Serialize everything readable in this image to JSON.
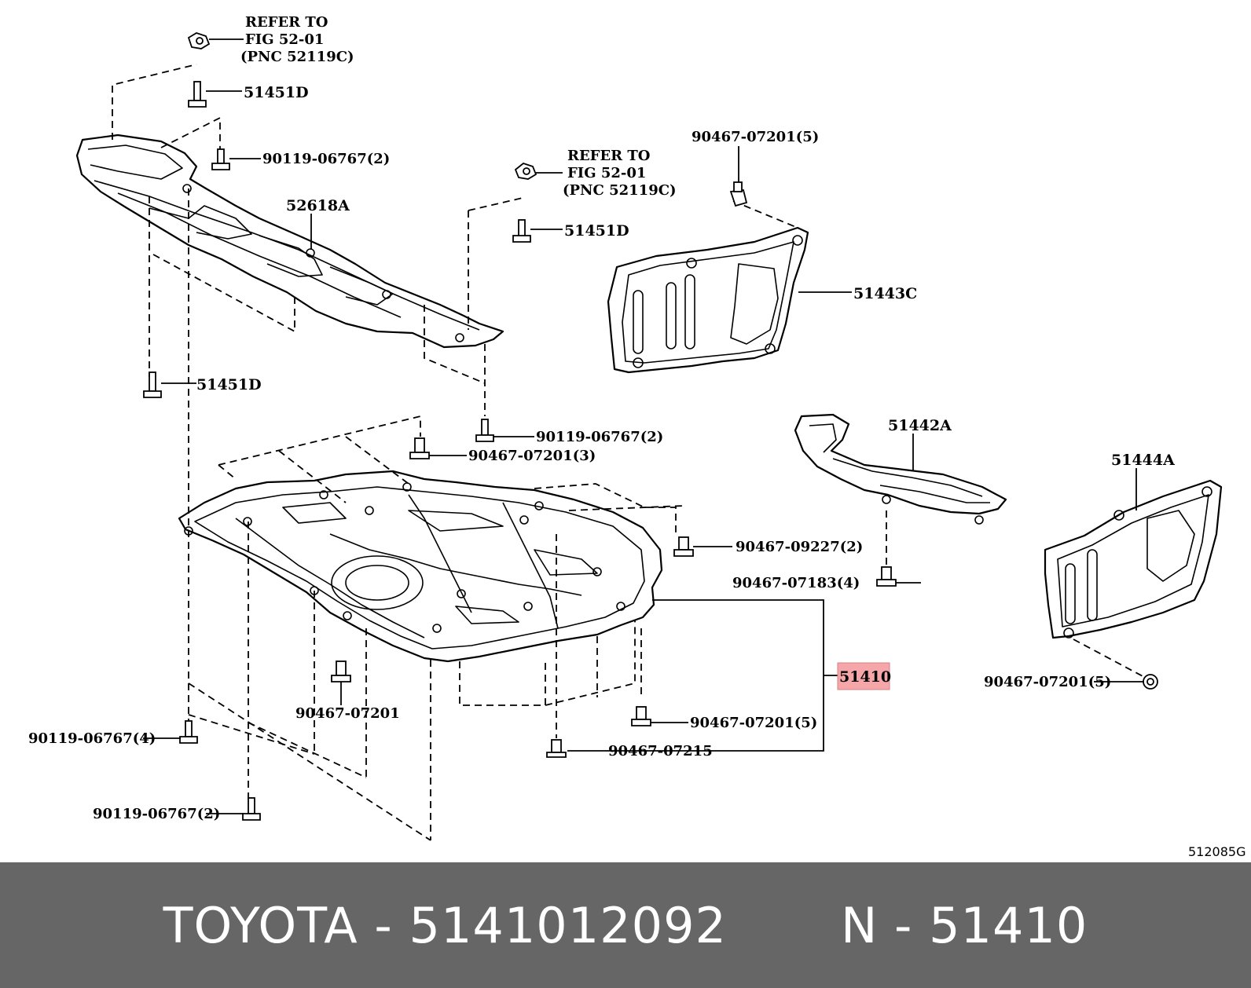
{
  "diagram": {
    "code": "512085G",
    "refer": {
      "line1": "REFER TO",
      "line2": "FIG 52-01",
      "line3": "(PNC 52119C)"
    },
    "labels": {
      "p51451d_top": "51451D",
      "p90119_2_top": "90119-06767(2)",
      "p52618a": "52618A",
      "p51451d_mid": "51451D",
      "p90467_5_top": "90467-07201(5)",
      "p51443c": "51443C",
      "p51451d_left": "51451D",
      "p90119_2_mid": "90119-06767(2)",
      "p90467_3": "90467-07201(3)",
      "p51442a": "51442A",
      "p51444a": "51444A",
      "p90467_09227": "90467-09227(2)",
      "p90467_07183": "90467-07183(4)",
      "p51410": "51410",
      "p90467_5_right": "90467-07201(5)",
      "p90467_07201": "90467-07201",
      "p90467_5_bottom": "90467-07201(5)",
      "p90467_07215": "90467-07215",
      "p90119_4": "90119-06767(4)",
      "p90119_2_bottom": "90119-06767(2)"
    }
  },
  "footer": {
    "brand": "TOYOTA",
    "part_number": "5141012092",
    "pnc": "N - 51410"
  }
}
